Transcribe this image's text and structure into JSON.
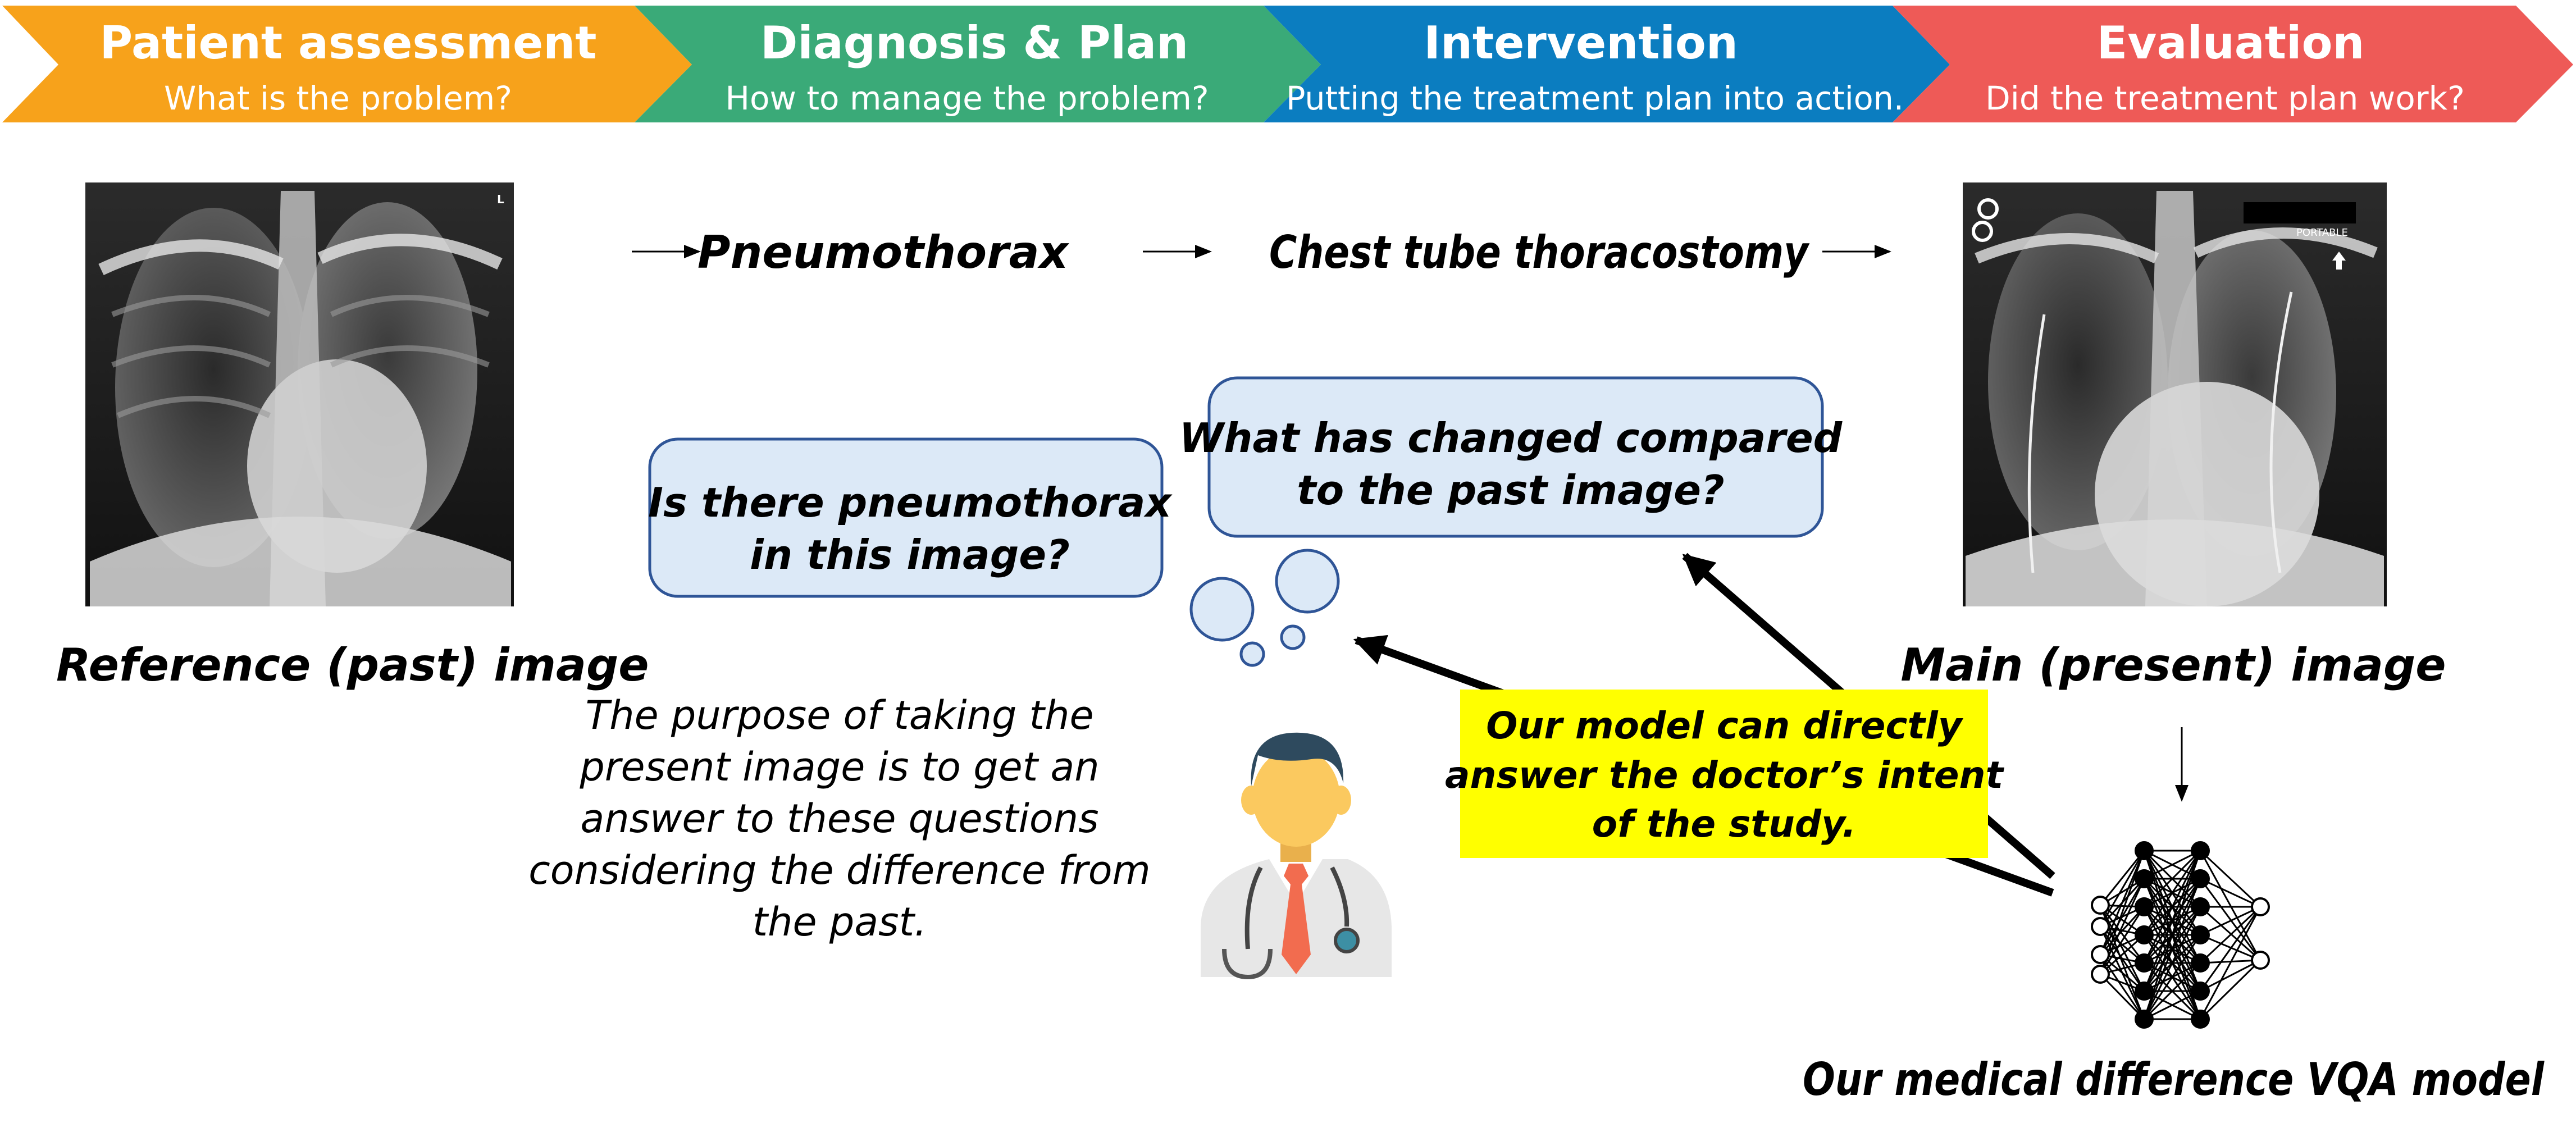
{
  "stages": [
    {
      "title": "Patient assessment",
      "subtitle": "What is the problem?",
      "color": "#F7A21B"
    },
    {
      "title": "Diagnosis & Plan",
      "subtitle": "How to manage the problem?",
      "color": "#3AAA78"
    },
    {
      "title": "Intervention",
      "subtitle": "Putting the treatment plan into action.",
      "color": "#0B7DC0"
    },
    {
      "title": "Evaluation",
      "subtitle": "Did the treatment plan work?",
      "color": "#EE5A57"
    }
  ],
  "flow": {
    "diagnosis": "Pneumothorax",
    "intervention": "Chest tube thoracostomy"
  },
  "images": {
    "reference_caption": "Reference (past) image",
    "main_caption": "Main (present) image",
    "reference_marker": "L",
    "main_marker": "PORTABLE"
  },
  "bubbles": {
    "q1_line1": "Is there pneumothorax",
    "q1_line2": "in this image?",
    "q2_line1": "What has changed compared",
    "q2_line2": "to the past image?"
  },
  "purpose": {
    "line1": "The purpose of taking the",
    "line2": "present image is to get an",
    "line3": "answer to these questions",
    "line4": "considering the difference from",
    "line5": "the past."
  },
  "callout": {
    "line1": "Our model can directly",
    "line2": "answer the doctor’s intent",
    "line3": "of the study."
  },
  "model_caption": "Our medical difference VQA model",
  "colors": {
    "bubble_fill": "#DCE9F7",
    "bubble_stroke": "#2F5597",
    "callout_fill": "#FFFF00",
    "doctor_skin": "#FBC95F",
    "doctor_hair": "#2E4A5E",
    "tie": "#F26C4F"
  }
}
